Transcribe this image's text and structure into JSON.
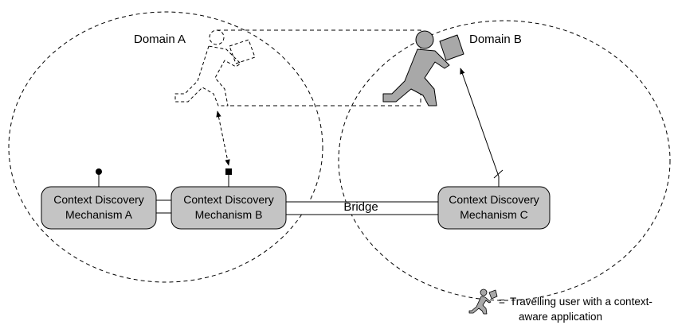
{
  "domains": {
    "a": {
      "label": "Domain A"
    },
    "b": {
      "label": "Domain B"
    }
  },
  "mechanisms": {
    "a": {
      "line1": "Context Discovery",
      "line2": "Mechanism A"
    },
    "b": {
      "line1": "Context Discovery",
      "line2": "Mechanism B"
    },
    "c": {
      "line1": "Context Discovery",
      "line2": "Mechanism C"
    }
  },
  "bridge": {
    "label": "Bridge"
  },
  "legend": {
    "symbol": "=",
    "line1": "Travelling user with a context-",
    "line2": "aware application",
    "icon": "walking-user-with-box-icon"
  },
  "colors": {
    "box_fill": "#c4c4c4",
    "user_fill": "#a8a8a8",
    "stroke": "#000000",
    "background": "#ffffff"
  }
}
